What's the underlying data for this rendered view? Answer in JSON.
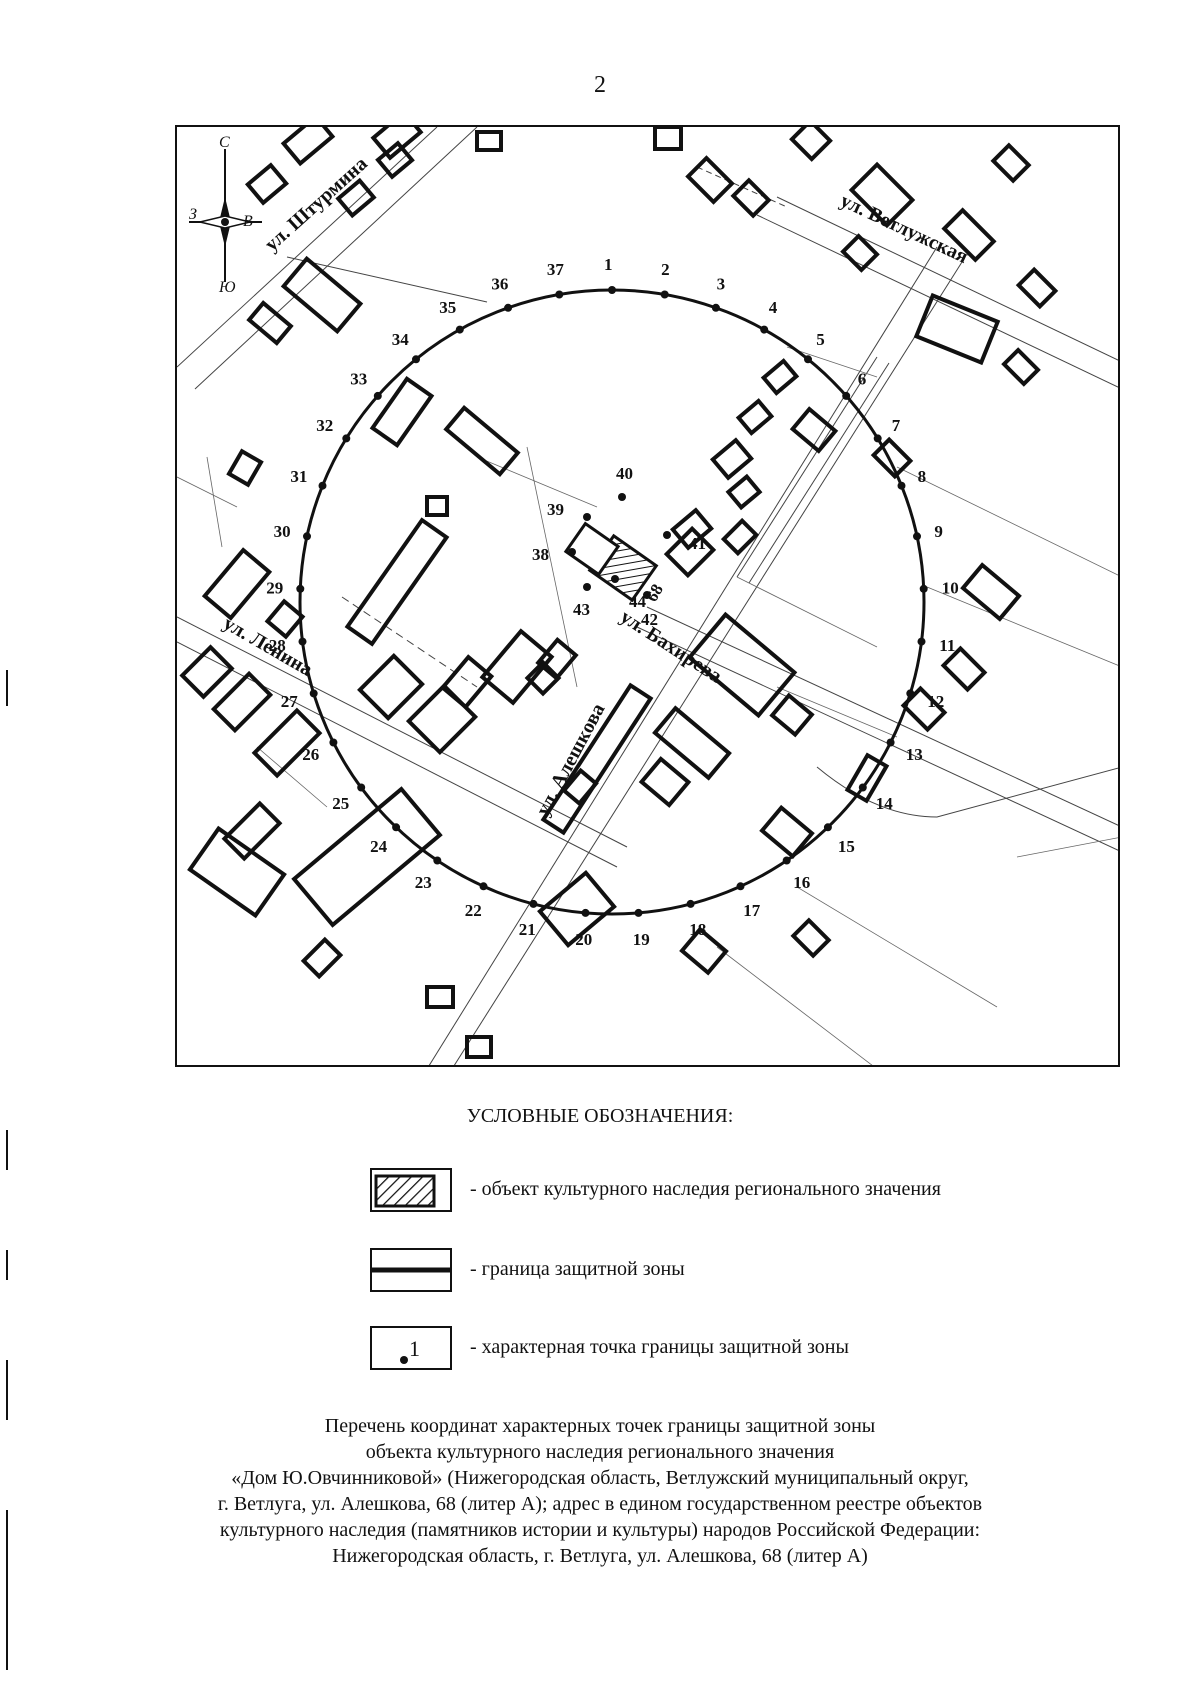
{
  "page_number": "2",
  "map": {
    "compass": {
      "north": "С",
      "south": "Ю",
      "west": "З",
      "east": "В"
    },
    "streets": {
      "shturmina": "ул. Штурмина",
      "vetluzhskaya": "ул. Ветлужская",
      "lenina": "ул. Ленина",
      "aleshkova": "ул. Алешкова",
      "bakhireva": "ул. Бахирева"
    },
    "point_labels": [
      "1",
      "2",
      "3",
      "4",
      "5",
      "6",
      "7",
      "8",
      "9",
      "10",
      "11",
      "12",
      "13",
      "14",
      "15",
      "16",
      "17",
      "18",
      "19",
      "20",
      "21",
      "22",
      "23",
      "24",
      "25",
      "26",
      "27",
      "28",
      "29",
      "30",
      "31",
      "32",
      "33",
      "34",
      "35",
      "36",
      "37",
      "38",
      "39",
      "40",
      "41",
      "42",
      "43",
      "44",
      "68"
    ]
  },
  "legend": {
    "title": "УСЛОВНЫЕ ОБОЗНАЧЕНИЯ:",
    "items": [
      {
        "text": "- объект культурного наследия регионального значения"
      },
      {
        "text": "- граница защитной зоны"
      },
      {
        "text": "- характерная точка границы защитной зоны",
        "symbol_label": "1"
      }
    ]
  },
  "caption": {
    "lines": [
      "Перечень координат характерных точек границы защитной зоны",
      "объекта культурного наследия регионального значения",
      "«Дом Ю.Овчинниковой» (Нижегородская область, Ветлужский муниципальный округ,",
      "г. Ветлуга, ул. Алешкова, 68 (литер А); адрес в едином государственном реестре объектов",
      "культурного наследия (памятников истории и культуры) народов Российской Федерации:",
      "Нижегородская область, г. Ветлуга, ул. Алешкова, 68 (литер А)"
    ]
  }
}
